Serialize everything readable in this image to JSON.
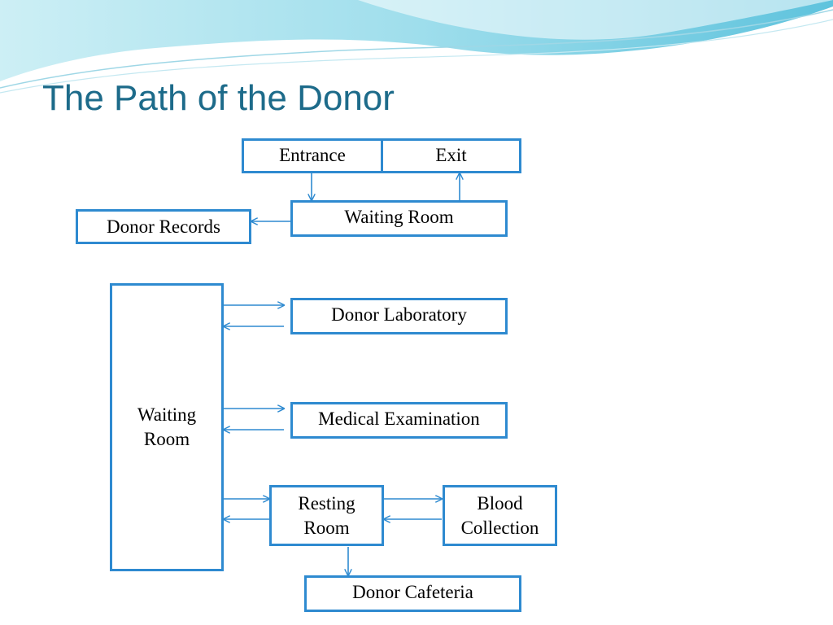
{
  "title": "The Path of the Donor",
  "colors": {
    "accent": "#2e8ad0",
    "title": "#1d6b8a",
    "swoosh": "#7fd0e4"
  },
  "nodes": {
    "entrance": "Entrance",
    "exit": "Exit",
    "waiting_room_top": "Waiting Room",
    "donor_records": "Donor Records",
    "waiting_room_side": "Waiting Room",
    "donor_laboratory": "Donor Laboratory",
    "medical_examination": "Medical Examination",
    "resting_room": "Resting Room",
    "blood_collection": "Blood Collection",
    "donor_cafeteria": "Donor Cafeteria"
  }
}
